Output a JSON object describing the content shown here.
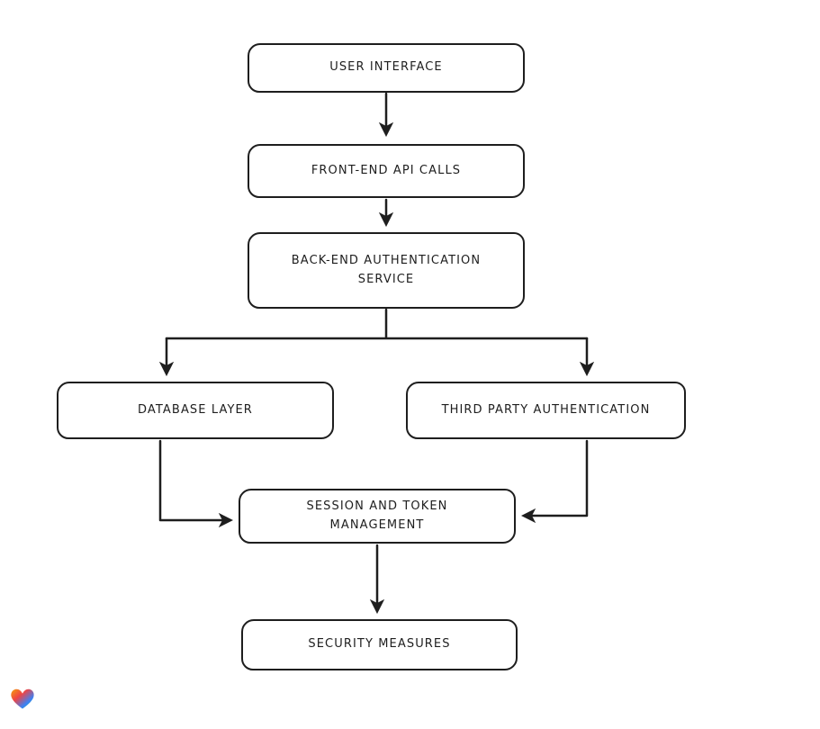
{
  "canvas": {
    "background": "#ffffff",
    "stroke_color": "#1e1e1e"
  },
  "nodes": [
    {
      "id": "user-interface",
      "label": "USER INTERFACE"
    },
    {
      "id": "front-end-api-calls",
      "label": "FRONT-END API CALLS"
    },
    {
      "id": "back-end-authentication-service",
      "label": "BACK-END AUTHENTICATION\nSERVICE"
    },
    {
      "id": "database-layer",
      "label": "DATABASE LAYER"
    },
    {
      "id": "third-party-authentication",
      "label": "THIRD PARTY AUTHENTICATION"
    },
    {
      "id": "session-and-token-management",
      "label": "SESSION AND TOKEN\nMANAGEMENT"
    },
    {
      "id": "security-measures",
      "label": "SECURITY MEASURES"
    }
  ],
  "edges": [
    {
      "from": "user-interface",
      "to": "front-end-api-calls"
    },
    {
      "from": "front-end-api-calls",
      "to": "back-end-authentication-service"
    },
    {
      "from": "back-end-authentication-service",
      "to": "database-layer"
    },
    {
      "from": "back-end-authentication-service",
      "to": "third-party-authentication"
    },
    {
      "from": "database-layer",
      "to": "session-and-token-management"
    },
    {
      "from": "third-party-authentication",
      "to": "session-and-token-management"
    },
    {
      "from": "session-and-token-management",
      "to": "security-measures"
    }
  ],
  "logo": {
    "name": "heart-logo",
    "colors": [
      "#f59e0b",
      "#ef4444",
      "#3b82f6",
      "#22c55e"
    ]
  }
}
